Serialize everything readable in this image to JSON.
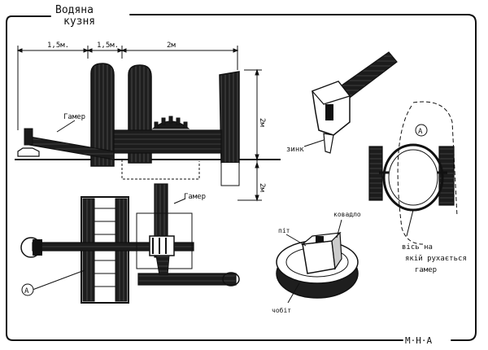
{
  "title": {
    "line1": "Водяна",
    "line2": "кузня"
  },
  "signature": "М·Н·А",
  "dimensions": {
    "d1": "1,5м.",
    "d2": "1,5м.",
    "d3": "2м",
    "h1": "2м",
    "h2": "2м"
  },
  "labels": {
    "hammer_side": "Гамер",
    "hammer_top": "Гамер",
    "zynk": "зинк",
    "circle_a_top": "А",
    "circle_a_bottom": "А",
    "pit": "піт",
    "kovadlo": "ковадло",
    "chobit": "чобіт",
    "axis_line1": "вісь на",
    "axis_line2": "якій рухається",
    "axis_line3": "гамер"
  },
  "colors": {
    "ink": "#111111",
    "paper": "#ffffff",
    "shade": "#2a2a2a"
  }
}
